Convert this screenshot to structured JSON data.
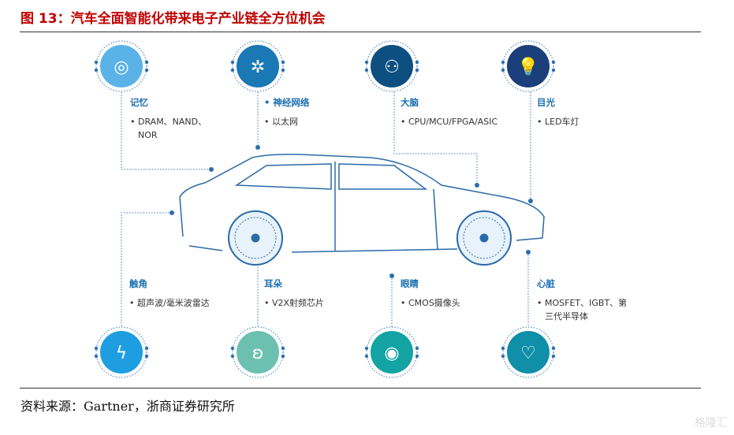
{
  "title": "图 13：汽车全面智能化带来电子产业链全方位机会",
  "source": "资料来源：Gartner，浙商证券研究所",
  "watermark": "格隆汇",
  "top": [
    {
      "title": "记忆",
      "items": [
        "DRAM、NAND、NOR"
      ],
      "icon": "head-target-icon",
      "color": "#5bb2e6"
    },
    {
      "title": "• 神经网络",
      "items": [
        "以太网"
      ],
      "icon": "network-icon",
      "color": "#1a78b4"
    },
    {
      "title": "大脑",
      "items": [
        "CPU/MCU/FPGA/ASIC"
      ],
      "icon": "brain-icon",
      "color": "#0e4f82"
    },
    {
      "title": "目光",
      "items": [
        "LED车灯"
      ],
      "icon": "lightbulb-icon",
      "color": "#1b3f7a"
    }
  ],
  "bottom": [
    {
      "title": "触角",
      "items": [
        "超声波/毫米波雷达"
      ],
      "icon": "head-lightning-icon",
      "color": "#1e9ee0"
    },
    {
      "title": "耳朵",
      "items": [
        "V2X射频芯片"
      ],
      "icon": "ear-icon",
      "color": "#6cc0b0"
    },
    {
      "title": "眼睛",
      "items": [
        "CMOS摄像头"
      ],
      "icon": "eye-icon",
      "color": "#13a3a3"
    },
    {
      "title": "心脏",
      "items": [
        "MOSFET、IGBT、第三代半导体"
      ],
      "icon": "person-heart-icon",
      "color": "#0f8fa8"
    }
  ]
}
